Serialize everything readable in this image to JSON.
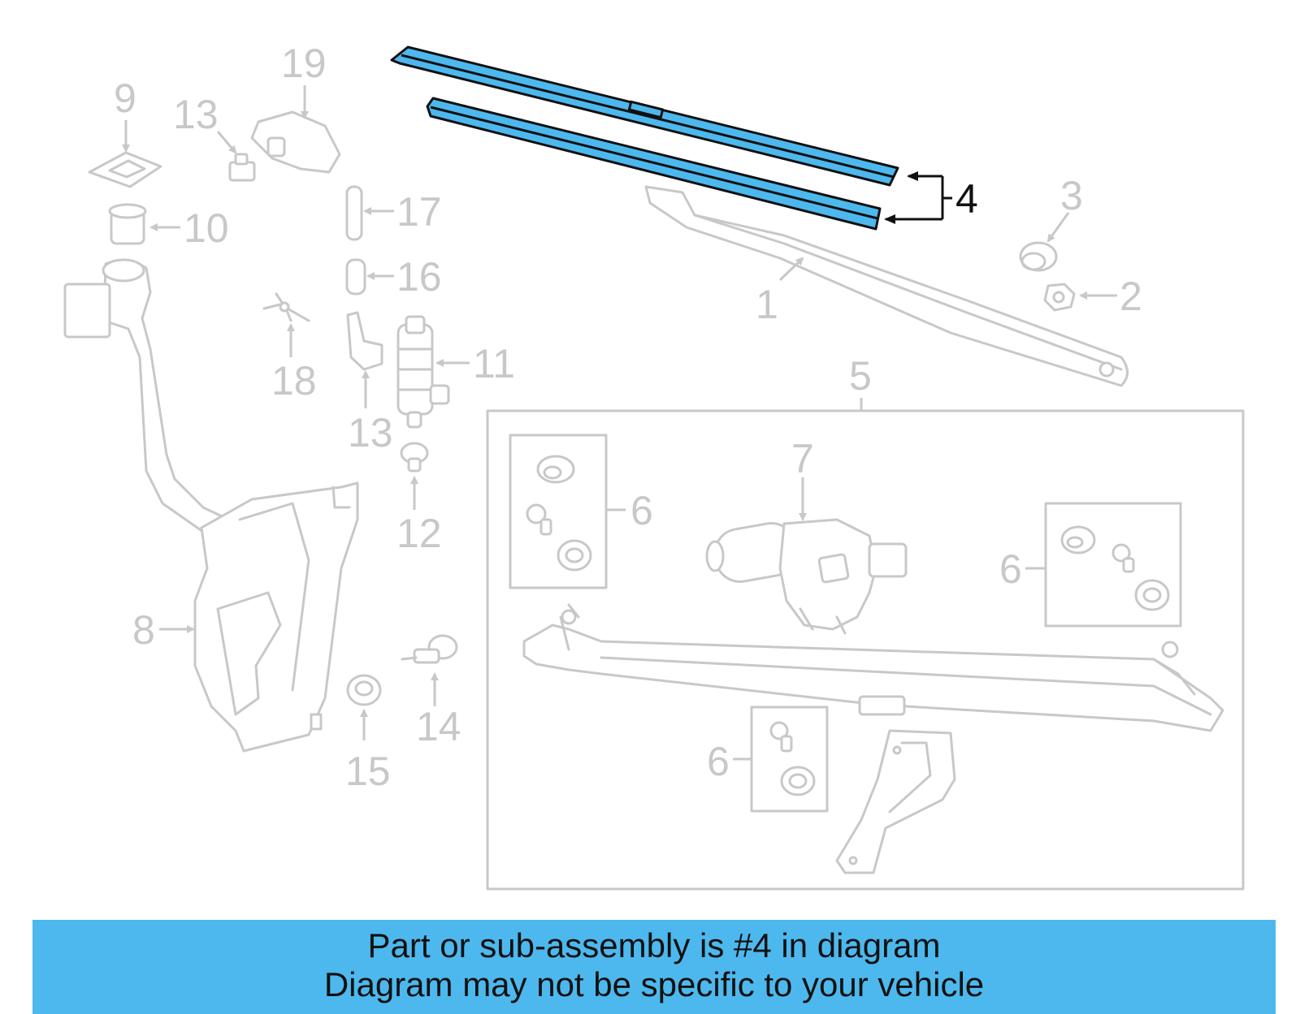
{
  "diagram": {
    "highlight_color": "#4db8ee",
    "line_color": "#c8c8c8",
    "callouts": {
      "c1": "1",
      "c2": "2",
      "c3": "3",
      "c4": "4",
      "c5": "5",
      "c6a": "6",
      "c6b": "6",
      "c6c": "6",
      "c7": "7",
      "c8": "8",
      "c9": "9",
      "c10": "10",
      "c11": "11",
      "c12": "12",
      "c13a": "13",
      "c13b": "13",
      "c14": "14",
      "c15": "15",
      "c16": "16",
      "c17": "17",
      "c18": "18",
      "c19": "19"
    }
  },
  "banner": {
    "line1": "Part or sub-assembly is #4 in diagram",
    "line2": "Diagram may not be specific to your vehicle"
  }
}
